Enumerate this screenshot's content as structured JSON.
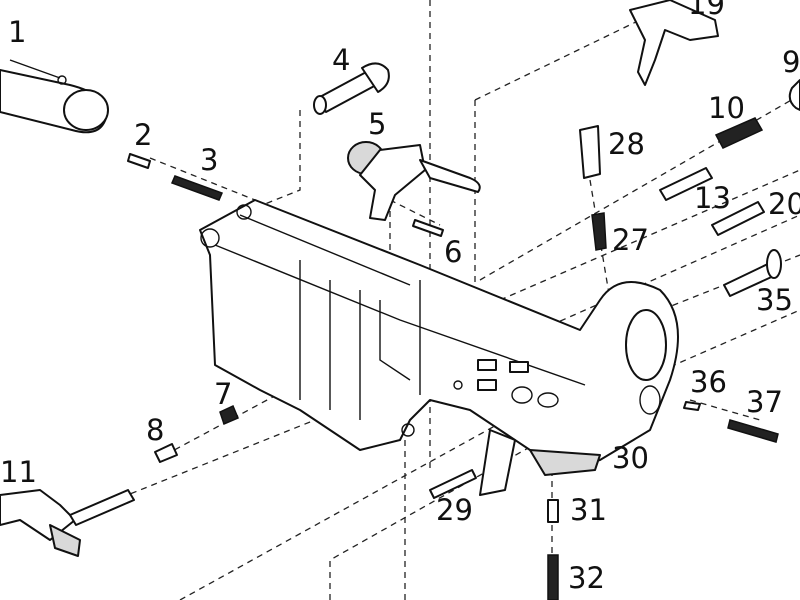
{
  "labels": {
    "p1": "1",
    "p2": "2",
    "p3": "3",
    "p4": "4",
    "p5": "5",
    "p6": "6",
    "p7": "7",
    "p8": "8",
    "p9": "9",
    "p10": "10",
    "p11": "11",
    "p13": "13",
    "p19": "19",
    "p20": "20",
    "p27": "27",
    "p28": "28",
    "p29": "29",
    "p30": "30",
    "p31": "31",
    "p32": "32",
    "p35": "35",
    "p36": "36",
    "p37": "37"
  },
  "colors": {
    "line": "#111111",
    "fill": "#ffffff",
    "shade": "#d9d9d9"
  }
}
